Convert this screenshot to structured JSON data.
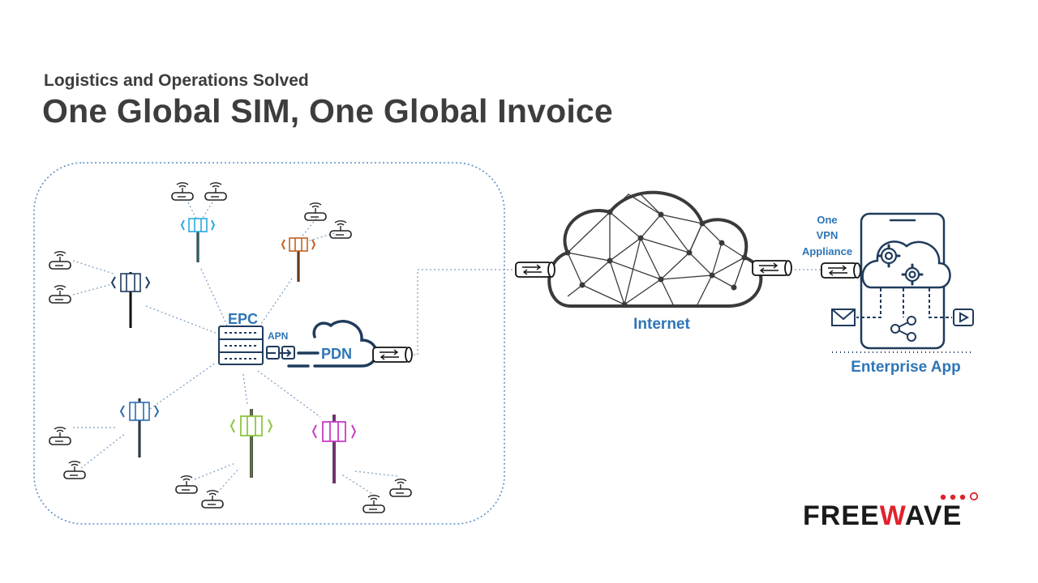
{
  "header": {
    "subtitle": "Logistics and Operations Solved",
    "title": "One Global SIM, One Global Invoice"
  },
  "diagram": {
    "epc_label": "EPC",
    "apn_label": "APN",
    "pdn_label": "PDN",
    "internet_label": "Internet",
    "vpn_label_lines": [
      "One",
      "VPN",
      "Appliance"
    ],
    "enterprise_label": "Enterprise App"
  },
  "logo": {
    "text": "FREEWAVE"
  },
  "colors": {
    "text": "#3d3d3d",
    "label_blue": "#2e75b6",
    "dotted_line": "#5b8fc7",
    "tower_cyan": "#29a9e0",
    "tower_orange": "#c5611f",
    "tower_green": "#8cc63f",
    "tower_magenta": "#c63cc6",
    "tower_blue": "#2b6cb0",
    "tower_navy": "#1f3b5c",
    "logo_red": "#e0222c"
  }
}
